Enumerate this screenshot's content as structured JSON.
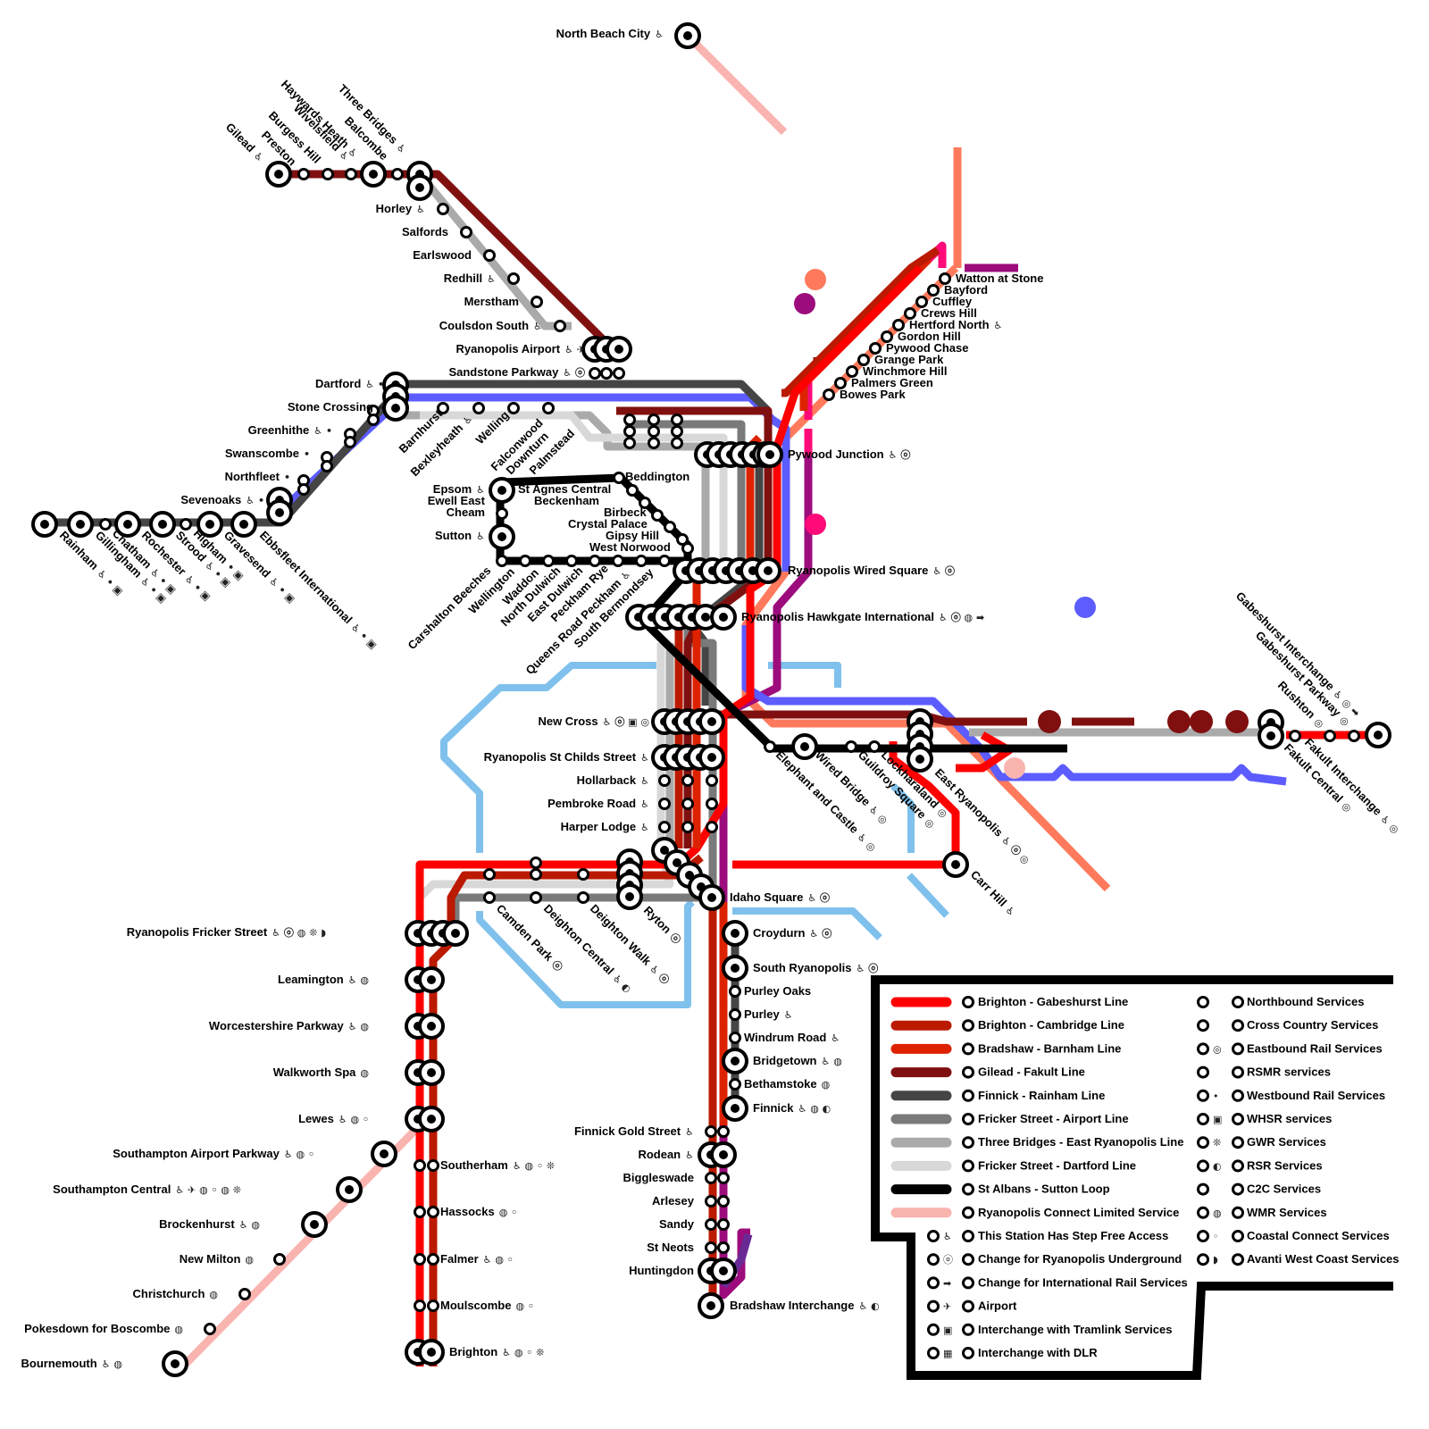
{
  "colors": {
    "brighton_gabeshurst": "#ff0000",
    "brighton_cambridge": "#bb1a00",
    "bradshaw_barnham": "#dd2200",
    "gilead_fakult": "#801010",
    "finnick_rainham": "#454545",
    "fricker_airport": "#7a7a7a",
    "threebridges_east": "#aaaaaa",
    "fricker_dartford": "#d8d8d8",
    "st_albans_sutton": "#000000",
    "connect_limited": "#f9b4b0",
    "salmon": "#ff7a5c",
    "magenta": "#9c0c7c",
    "pink": "#ff0a78",
    "blue": "#5c5cff",
    "sky": "#7fc1ec",
    "purple": "#6a2a96"
  },
  "icons": [
    "step-free-icon",
    "underground-icon",
    "international-rail-icon",
    "airport-icon",
    "tramlink-icon",
    "dlr-icon"
  ],
  "stations": [
    {
      "name": "North Beach City",
      "a": "♿"
    },
    {
      "name": "Gilead",
      "a": "♿"
    },
    {
      "name": "Preston",
      "a": ""
    },
    {
      "name": "Burgess Hill",
      "a": ""
    },
    {
      "name": "Wivelsfield",
      "a": "♿"
    },
    {
      "name": "Haywards Heath",
      "a": "♿"
    },
    {
      "name": "Balcombe",
      "a": ""
    },
    {
      "name": "Three Bridges",
      "a": "♿"
    },
    {
      "name": "Horley",
      "a": "♿"
    },
    {
      "name": "Salfords",
      "a": ""
    },
    {
      "name": "Earlswood",
      "a": ""
    },
    {
      "name": "Redhill",
      "a": "♿"
    },
    {
      "name": "Merstham",
      "a": ""
    },
    {
      "name": "Coulsdon South",
      "a": "♿"
    },
    {
      "name": "Ryanopolis Airport",
      "a": "♿ ✈"
    },
    {
      "name": "Sandstone Parkway",
      "a": "♿ ⓞ"
    },
    {
      "name": "Dartford",
      "a": "♿ •"
    },
    {
      "name": "Stone Crossing",
      "a": "•"
    },
    {
      "name": "Greenhithe",
      "a": "♿ •"
    },
    {
      "name": "Swanscombe",
      "a": "•"
    },
    {
      "name": "Northfleet",
      "a": "•"
    },
    {
      "name": "Sevenoaks",
      "a": "♿ •"
    },
    {
      "name": "Barnhurst",
      "a": ""
    },
    {
      "name": "Bexleyheath",
      "a": "♿"
    },
    {
      "name": "Welling",
      "a": ""
    },
    {
      "name": "Falconwood",
      "a": ""
    },
    {
      "name": "Downturn",
      "a": ""
    },
    {
      "name": "Palmstead",
      "a": ""
    },
    {
      "name": "Rainham",
      "a": "♿ • ▣"
    },
    {
      "name": "Gillingham",
      "a": "♿ • ▣"
    },
    {
      "name": "Chatham",
      "a": "♿ • ▣"
    },
    {
      "name": "Rochester",
      "a": "♿ • ▣"
    },
    {
      "name": "Strood",
      "a": "♿ • ▣"
    },
    {
      "name": "Higham",
      "a": "• ▣"
    },
    {
      "name": "Gravesend",
      "a": "♿ • ▣"
    },
    {
      "name": "Ebbsfleet International",
      "a": "♿ • ▣"
    },
    {
      "name": "Epsom",
      "a": "♿"
    },
    {
      "name": "Ewell East",
      "a": ""
    },
    {
      "name": "Cheam",
      "a": ""
    },
    {
      "name": "Sutton",
      "a": "♿"
    },
    {
      "name": "St Agnes Central",
      "a": ""
    },
    {
      "name": "Beddington",
      "a": ""
    },
    {
      "name": "Beckenham",
      "a": ""
    },
    {
      "name": "Birbeck",
      "a": ""
    },
    {
      "name": "Crystal Palace",
      "a": ""
    },
    {
      "name": "Gipsy Hill",
      "a": ""
    },
    {
      "name": "West Norwood",
      "a": ""
    },
    {
      "name": "Carshalton Beeches",
      "a": ""
    },
    {
      "name": "Wellington",
      "a": ""
    },
    {
      "name": "Waddon",
      "a": ""
    },
    {
      "name": "North Dulwich",
      "a": ""
    },
    {
      "name": "East Dulwich",
      "a": ""
    },
    {
      "name": "Peckham Rye",
      "a": ""
    },
    {
      "name": "Queens Road Peckham",
      "a": "♿"
    },
    {
      "name": "South Bermondsey",
      "a": ""
    },
    {
      "name": "Pywood Junction",
      "a": "♿ ⓞ"
    },
    {
      "name": "Ryanopolis Wired Square",
      "a": "♿ ⓞ"
    },
    {
      "name": "Ryanopolis Hawkgate International",
      "a": "♿ ⓞ ◍ ➡"
    },
    {
      "name": "Watton at Stone",
      "a": ""
    },
    {
      "name": "Bayford",
      "a": ""
    },
    {
      "name": "Cuffley",
      "a": ""
    },
    {
      "name": "Crews Hill",
      "a": ""
    },
    {
      "name": "Hertford North",
      "a": "♿"
    },
    {
      "name": "Gordon Hill",
      "a": ""
    },
    {
      "name": "Pywood Chase",
      "a": ""
    },
    {
      "name": "Grange Park",
      "a": ""
    },
    {
      "name": "Winchmore Hill",
      "a": ""
    },
    {
      "name": "Palmers Green",
      "a": ""
    },
    {
      "name": "Bowes Park",
      "a": ""
    },
    {
      "name": "Gabeshurst Interchange",
      "a": "♿ ◎ ➡"
    },
    {
      "name": "Gabeshurst Parkway",
      "a": "◎"
    },
    {
      "name": "Rushton",
      "a": "◎"
    },
    {
      "name": "Fakult Interchange",
      "a": "♿ ◎"
    },
    {
      "name": "Fakult Central",
      "a": "◎"
    },
    {
      "name": "New Cross",
      "a": "♿ ⓞ ▣ ◎"
    },
    {
      "name": "Ryanopolis St Childs Street",
      "a": "♿"
    },
    {
      "name": "Hollarback",
      "a": "♿"
    },
    {
      "name": "Pembroke Road",
      "a": "♿"
    },
    {
      "name": "Harper Lodge",
      "a": "♿"
    },
    {
      "name": "Elephant and Castle",
      "a": "♿ ◎"
    },
    {
      "name": "Wired Bridge",
      "a": "♿ ◎"
    },
    {
      "name": "Guildroy Square",
      "a": "◎"
    },
    {
      "name": "Lockharaland",
      "a": "◎"
    },
    {
      "name": "East Ryanopolis",
      "a": "♿ ⓞ ◎"
    },
    {
      "name": "Carr Hill",
      "a": "♿"
    },
    {
      "name": "Idaho Square",
      "a": "♿ ⓞ"
    },
    {
      "name": "Camden Park",
      "a": "ⓞ"
    },
    {
      "name": "Deighton Central",
      "a": "♿ ◐"
    },
    {
      "name": "Deighton Walk",
      "a": "♿ ⓞ"
    },
    {
      "name": "Ryton",
      "a": "ⓞ"
    },
    {
      "name": "Ryanopolis Fricker Street",
      "a": "♿ ⓞ ◍ ❊ ◗"
    },
    {
      "name": "Leamington",
      "a": "♿ ◍"
    },
    {
      "name": "Worcestershire Parkway",
      "a": "♿ ◍"
    },
    {
      "name": "Walkworth Spa",
      "a": "◍"
    },
    {
      "name": "Lewes",
      "a": "♿ ◍ ◦"
    },
    {
      "name": "Southampton Airport Parkway",
      "a": "♿ ◍ ◦"
    },
    {
      "name": "Southampton Central",
      "a": "♿ ✈ ◍ ◦ ◍ ❊"
    },
    {
      "name": "Brockenhurst",
      "a": "♿ ◍"
    },
    {
      "name": "New Milton",
      "a": "◍"
    },
    {
      "name": "Christchurch",
      "a": "◍"
    },
    {
      "name": "Pokesdown for Boscombe",
      "a": "◍"
    },
    {
      "name": "Bournemouth",
      "a": "♿ ◍"
    },
    {
      "name": "Southerham",
      "a": "♿ ◍ ◦ ❊"
    },
    {
      "name": "Hassocks",
      "a": "◍ ◦"
    },
    {
      "name": "Falmer",
      "a": "♿ ◍ ◦"
    },
    {
      "name": "Moulscombe",
      "a": "◍ ◦"
    },
    {
      "name": "Brighton",
      "a": "♿ ◍ ◦ ❊"
    },
    {
      "name": "Croydurn",
      "a": "♿ ⓞ"
    },
    {
      "name": "South Ryanopolis",
      "a": "♿ ⓞ"
    },
    {
      "name": "Purley Oaks",
      "a": ""
    },
    {
      "name": "Purley",
      "a": "♿"
    },
    {
      "name": "Windrum Road",
      "a": "♿"
    },
    {
      "name": "Bridgetown",
      "a": "♿ ◍"
    },
    {
      "name": "Bethamstoke",
      "a": "◍"
    },
    {
      "name": "Finnick",
      "a": "♿ ◍ ◐"
    },
    {
      "name": "Finnick Gold Street",
      "a": "♿"
    },
    {
      "name": "Rodean",
      "a": "♿"
    },
    {
      "name": "Biggleswade",
      "a": ""
    },
    {
      "name": "Arlesey",
      "a": ""
    },
    {
      "name": "Sandy",
      "a": ""
    },
    {
      "name": "St Neots",
      "a": ""
    },
    {
      "name": "Huntingdon",
      "a": ""
    },
    {
      "name": "Bradshaw Interchange",
      "a": "♿ ◐"
    }
  ],
  "legend": {
    "lines": [
      {
        "label": "Brighton - Gabeshurst Line",
        "color": "#ff0000"
      },
      {
        "label": "Brighton - Cambridge Line",
        "color": "#bb1a00"
      },
      {
        "label": "Bradshaw - Barnham Line",
        "color": "#dd2200"
      },
      {
        "label": "Gilead - Fakult Line",
        "color": "#801010"
      },
      {
        "label": "Finnick - Rainham Line",
        "color": "#454545"
      },
      {
        "label": "Fricker Street - Airport Line",
        "color": "#7a7a7a"
      },
      {
        "label": "Three Bridges - East Ryanopolis Line",
        "color": "#aaaaaa"
      },
      {
        "label": "Fricker Street - Dartford Line",
        "color": "#d8d8d8"
      },
      {
        "label": "St Albans - Sutton Loop",
        "color": "#000000"
      },
      {
        "label": "Ryanopolis Connect Limited Service",
        "color": "#f9b4b0"
      }
    ],
    "facilities": [
      {
        "label": "This Station Has Step Free Access",
        "icon": "♿"
      },
      {
        "label": "Change for Ryanopolis Underground",
        "icon": "ⓞ"
      },
      {
        "label": "Change for International Rail Services",
        "icon": "➡"
      },
      {
        "label": "Airport",
        "icon": "✈"
      },
      {
        "label": "Interchange with Tramlink Services",
        "icon": "▣"
      },
      {
        "label": "Interchange with DLR",
        "icon": "▦"
      }
    ],
    "operators": [
      {
        "label": "Northbound Services",
        "icon": ""
      },
      {
        "label": "Cross Country Services",
        "icon": ""
      },
      {
        "label": "Eastbound Rail Services",
        "icon": "◎"
      },
      {
        "label": "RSMR services",
        "icon": ""
      },
      {
        "label": "Westbound Rail Services",
        "icon": "•"
      },
      {
        "label": "WHSR services",
        "icon": "▣"
      },
      {
        "label": "GWR Services",
        "icon": "❊"
      },
      {
        "label": "RSR Services",
        "icon": "◐"
      },
      {
        "label": "C2C Services",
        "icon": ""
      },
      {
        "label": "WMR Services",
        "icon": "◍"
      },
      {
        "label": "Coastal Connect Services",
        "icon": "◦"
      },
      {
        "label": "Avanti West Coast Services",
        "icon": "◗"
      }
    ]
  }
}
